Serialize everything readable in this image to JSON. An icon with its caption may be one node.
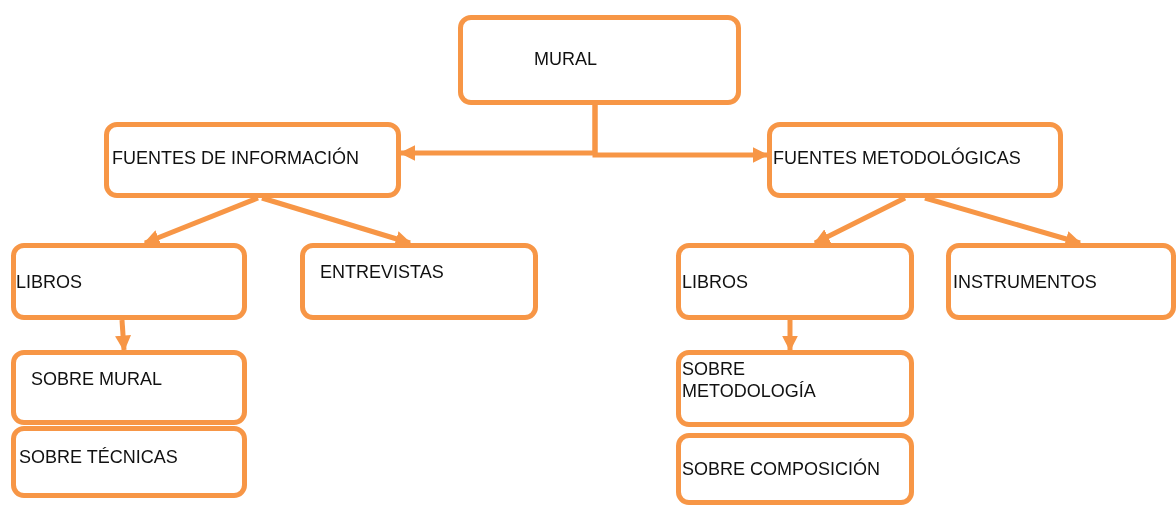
{
  "diagram": {
    "nodes": [
      {
        "text": [
          "MURAL"
        ]
      },
      {
        "text": [
          "FUENTES DE INFORMACIÓN"
        ]
      },
      {
        "text": [
          "FUENTES METODOLÓGICAS"
        ]
      },
      {
        "text": [
          "LIBROS"
        ]
      },
      {
        "text": [
          "ENTREVISTAS"
        ]
      },
      {
        "text": [
          "SOBRE MURAL"
        ]
      },
      {
        "text": [
          "SOBRE TÉCNICAS"
        ]
      },
      {
        "text": [
          "LIBROS"
        ]
      },
      {
        "text": [
          "INSTRUMENTOS"
        ]
      },
      {
        "text": [
          "SOBRE METODOLOGÍA"
        ]
      },
      {
        "text": [
          "SOBRE COMPOSICIÓN"
        ]
      }
    ],
    "edges": [
      {
        "from": 0,
        "to": 1,
        "arrow": "to"
      },
      {
        "from": 0,
        "to": 2,
        "arrow": "to"
      },
      {
        "from": 1,
        "to": 3,
        "arrow": "to"
      },
      {
        "from": 1,
        "to": 4,
        "arrow": "to"
      },
      {
        "from": 2,
        "to": 7,
        "arrow": "to"
      },
      {
        "from": 2,
        "to": 8,
        "arrow": "to"
      },
      {
        "from": 3,
        "to": 5,
        "arrow": "to"
      },
      {
        "from": 7,
        "to": 9,
        "arrow": "to"
      }
    ]
  }
}
